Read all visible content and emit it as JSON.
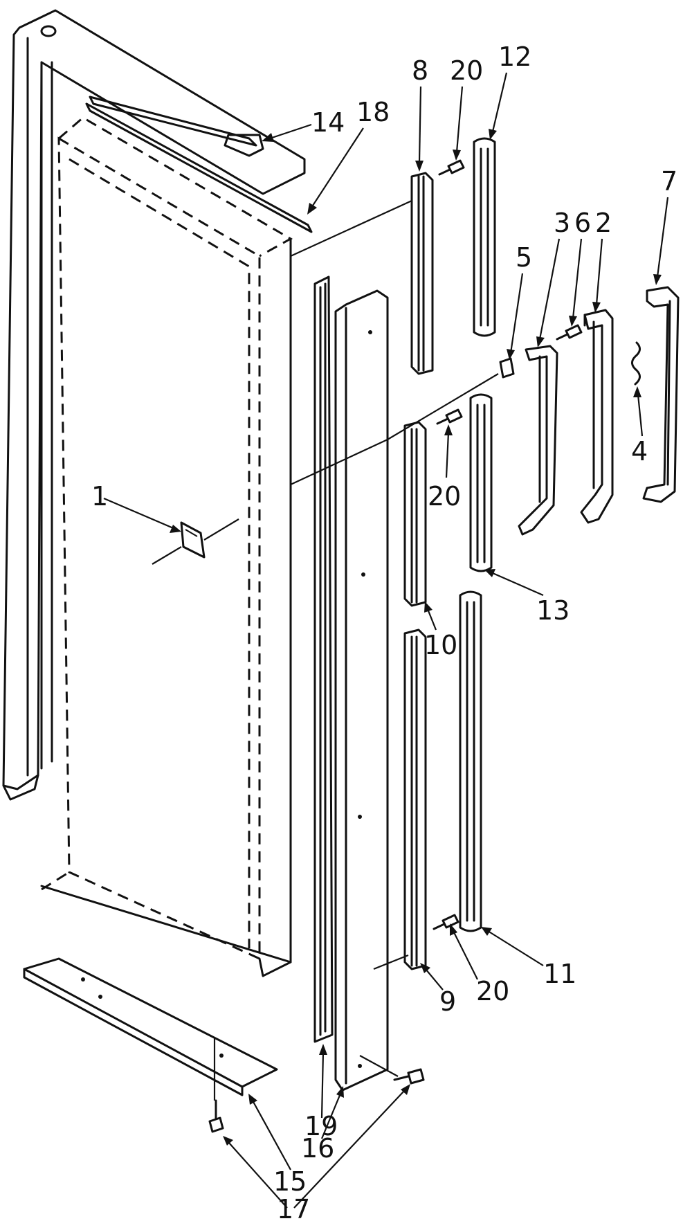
{
  "callouts": [
    {
      "id": "c1",
      "text": "1"
    },
    {
      "id": "c2",
      "text": "2"
    },
    {
      "id": "c3",
      "text": "3"
    },
    {
      "id": "c4",
      "text": "4"
    },
    {
      "id": "c5",
      "text": "5"
    },
    {
      "id": "c6",
      "text": "6"
    },
    {
      "id": "c7",
      "text": "7"
    },
    {
      "id": "c8",
      "text": "8"
    },
    {
      "id": "c9",
      "text": "9"
    },
    {
      "id": "c10",
      "text": "10"
    },
    {
      "id": "c11",
      "text": "11"
    },
    {
      "id": "c12",
      "text": "12"
    },
    {
      "id": "c13",
      "text": "13"
    },
    {
      "id": "c14",
      "text": "14"
    },
    {
      "id": "c15",
      "text": "15"
    },
    {
      "id": "c16",
      "text": "16"
    },
    {
      "id": "c17",
      "text": "17"
    },
    {
      "id": "c18",
      "text": "18"
    },
    {
      "id": "c19",
      "text": "19"
    },
    {
      "id": "c20a",
      "text": "20"
    },
    {
      "id": "c20b",
      "text": "20"
    },
    {
      "id": "c20c",
      "text": "20"
    }
  ]
}
